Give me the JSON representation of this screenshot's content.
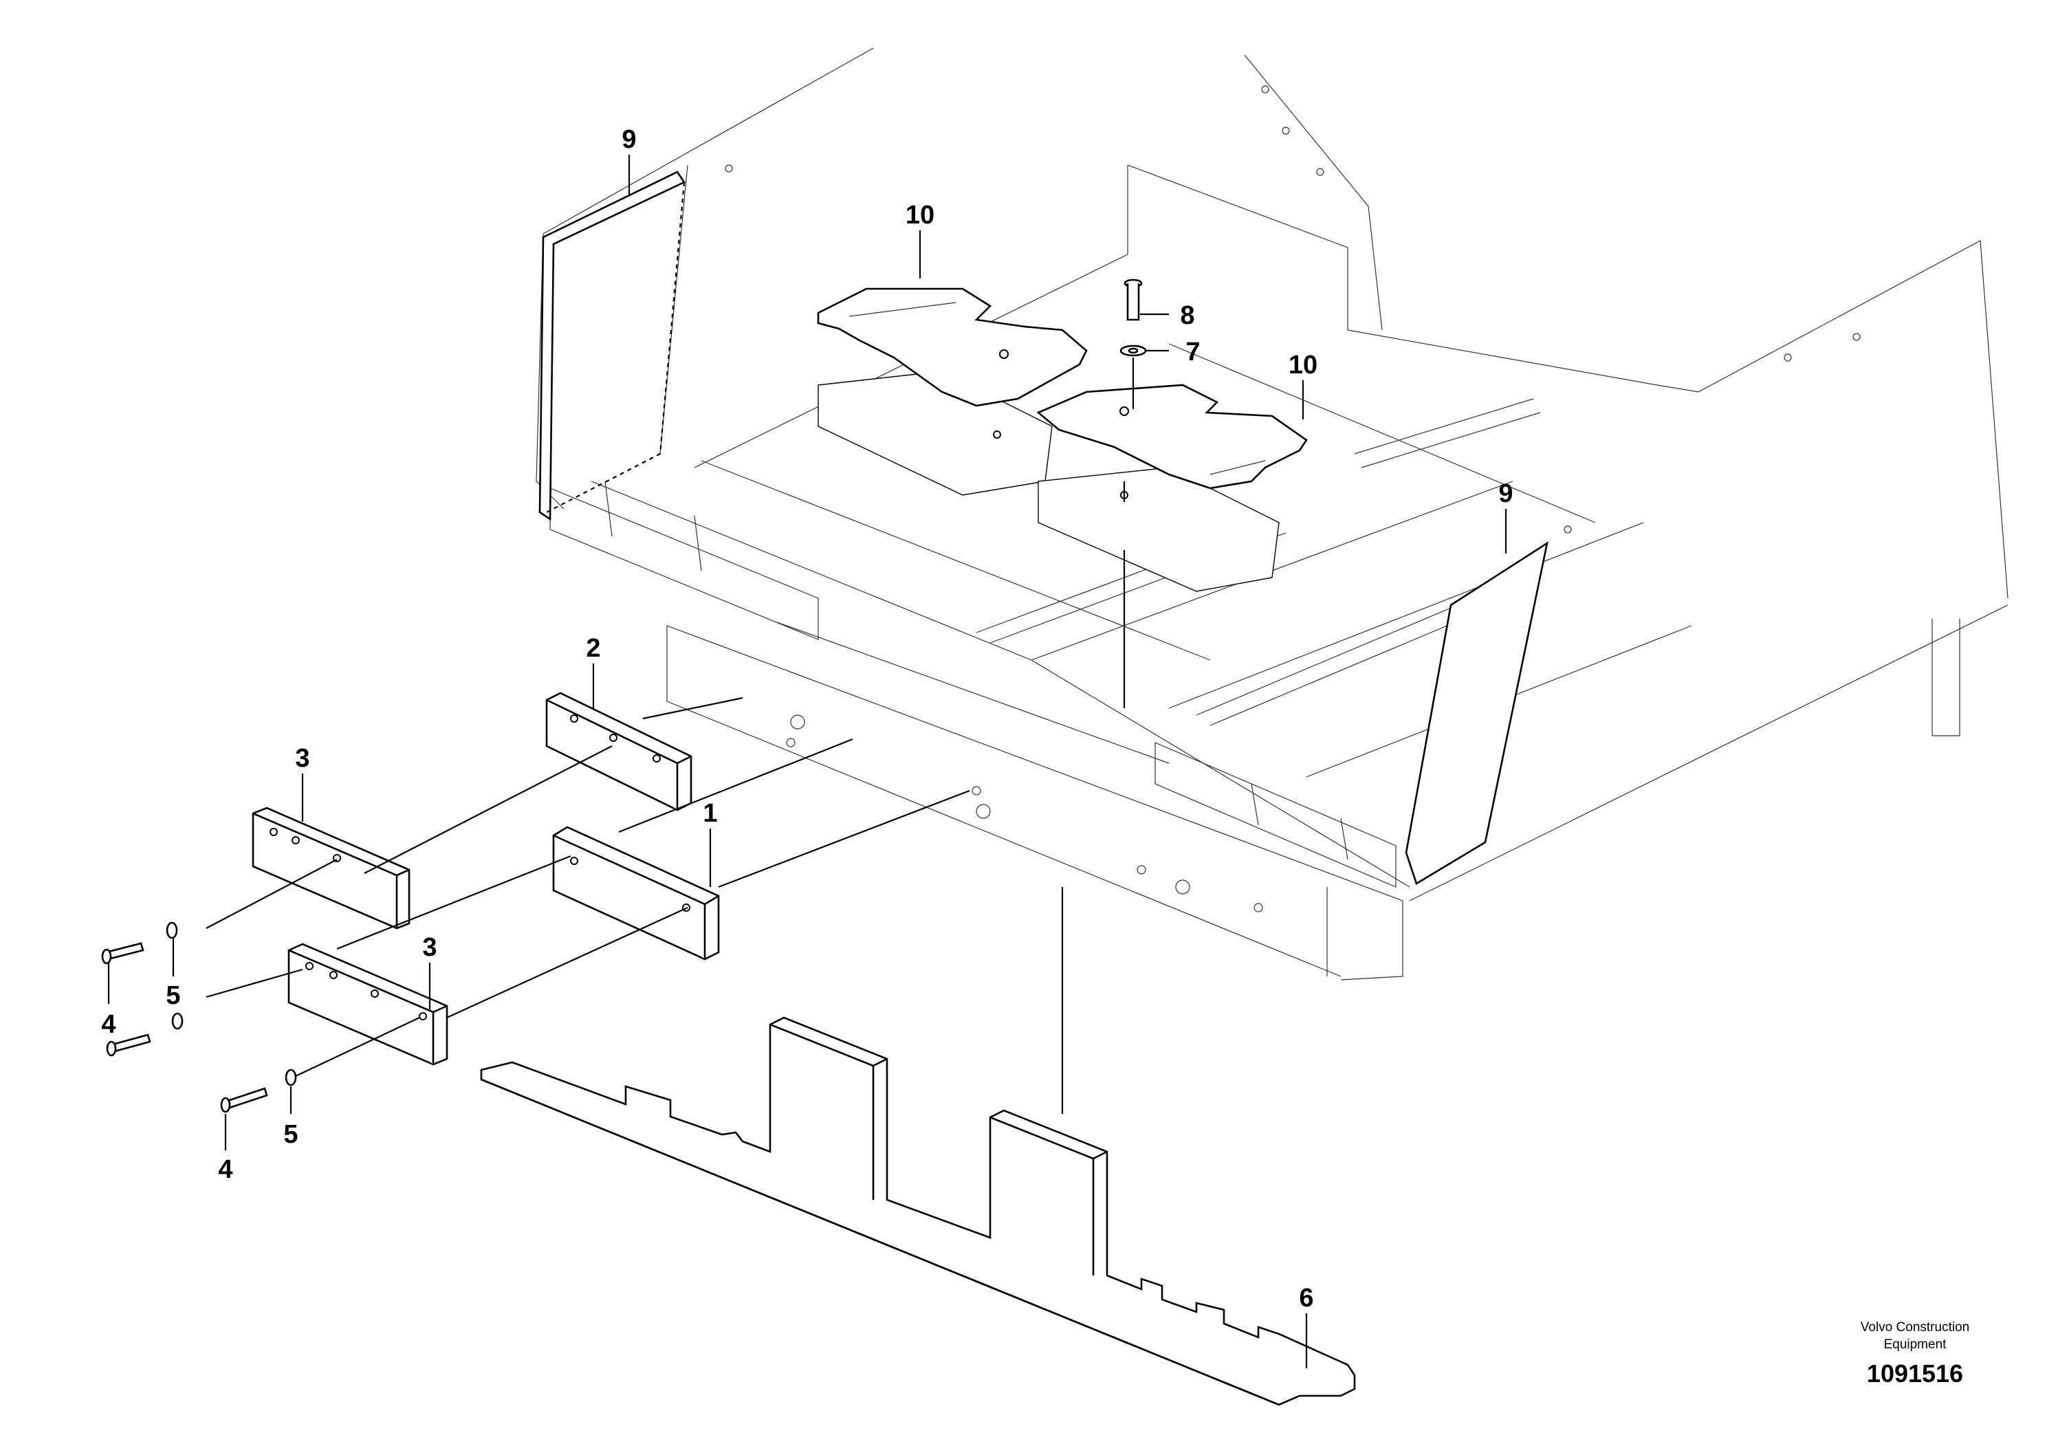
{
  "diagram": {
    "callouts": [
      "1",
      "2",
      "3",
      "3",
      "4",
      "4",
      "5",
      "5",
      "6",
      "7",
      "8",
      "9",
      "9",
      "10",
      "10"
    ],
    "brand_line1": "Volvo Construction",
    "brand_line2": "Equipment",
    "document_number": "1091516"
  }
}
